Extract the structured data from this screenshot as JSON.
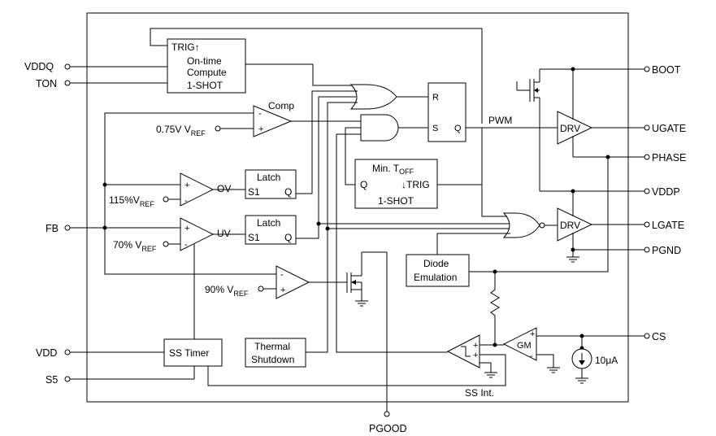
{
  "pins": {
    "vddq": "VDDQ",
    "ton": "TON",
    "fb": "FB",
    "vdd": "VDD",
    "s5": "S5",
    "boot": "BOOT",
    "ugate": "UGATE",
    "phase": "PHASE",
    "vddp": "VDDP",
    "lgate": "LGATE",
    "pgnd": "PGND",
    "cs": "CS",
    "pgood": "PGOOD"
  },
  "blocks": {
    "ontime": {
      "trig": "TRIG↑",
      "line1": "On-time",
      "line2": "Compute",
      "line3": "1-SHOT"
    },
    "sr": {
      "r": "R",
      "s": "S",
      "q": "Q"
    },
    "mintoff": {
      "title": "Min. T",
      "title_sub": "OFF",
      "q": "Q",
      "trig": "↓TRIG",
      "oneshot": "1-SHOT"
    },
    "latch_ov": {
      "title": "Latch",
      "s1": "S1",
      "q": "Q"
    },
    "latch_uv": {
      "title": "Latch",
      "s1": "S1",
      "q": "Q"
    },
    "diode": {
      "line1": "Diode",
      "line2": "Emulation"
    },
    "thermal": {
      "line1": "Thermal",
      "line2": "Shutdown"
    },
    "sstimer": {
      "label": "SS Timer"
    },
    "drv_high": "DRV",
    "drv_low": "DRV",
    "gm": "GM"
  },
  "labels": {
    "comp": "Comp",
    "ov": "OV",
    "uv": "UV",
    "pwm": "PWM",
    "ss_int": "SS Int.",
    "current": "10μA",
    "plus": "+",
    "minus": "-"
  },
  "refs": {
    "vref_075": {
      "prefix": "0.75V V",
      "sub": "REF"
    },
    "vref_115": {
      "prefix": "115%V",
      "sub": "REF"
    },
    "vref_70": {
      "prefix": "70% V",
      "sub": "REF"
    },
    "vref_90": {
      "prefix": "90% V",
      "sub": "REF"
    }
  }
}
